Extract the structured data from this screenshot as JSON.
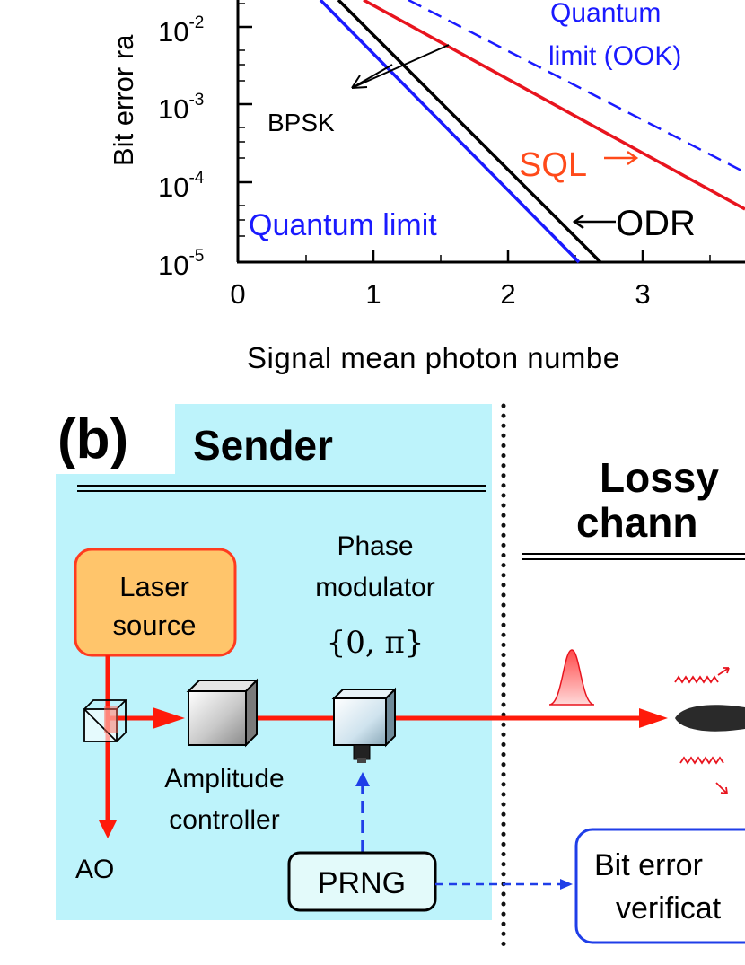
{
  "plot": {
    "y_axis_label": "Bit error ra",
    "x_axis_label": "Signal mean photon numbe",
    "y_ticks": [
      {
        "base": "10",
        "exp": "-2"
      },
      {
        "base": "10",
        "exp": "-3"
      },
      {
        "base": "10",
        "exp": "-4"
      },
      {
        "base": "10",
        "exp": "-5"
      }
    ],
    "x_ticks": [
      "0",
      "1",
      "2",
      "3"
    ],
    "labels": {
      "quantum_limit_ook_line1": "Quantum",
      "quantum_limit_ook_line2": "limit (OOK)",
      "bpsk": "BPSK",
      "sql": "SQL",
      "quantum_limit": "Quantum  limit",
      "odr": "ODR"
    },
    "colors": {
      "quantum_limit": "#1a1aff",
      "sql": "#e8141e",
      "odr": "#000000",
      "sql_label": "#ff4a1a"
    }
  },
  "diagram": {
    "panel_label": "(b)",
    "sender_title": "Sender",
    "channel_line1": "Lossy",
    "channel_line2": "chann",
    "laser_line1": "Laser",
    "laser_line2": "source",
    "phase_line1": "Phase",
    "phase_line2": "modulator",
    "phase_set": "{0, π}",
    "amplitude_line1": "Amplitude",
    "amplitude_line2": "controller",
    "ao": "AO",
    "prng": "PRNG",
    "ber_line1": "Bit error",
    "ber_line2": "verificat",
    "colors": {
      "sender_bg": "#bdf3fb",
      "laser_fill": "#ffc56b",
      "laser_stroke": "#ff3b1f",
      "beam": "#ff1a0a",
      "dashed": "#1f3ee8",
      "prng_fill": "#e3fafa"
    }
  }
}
